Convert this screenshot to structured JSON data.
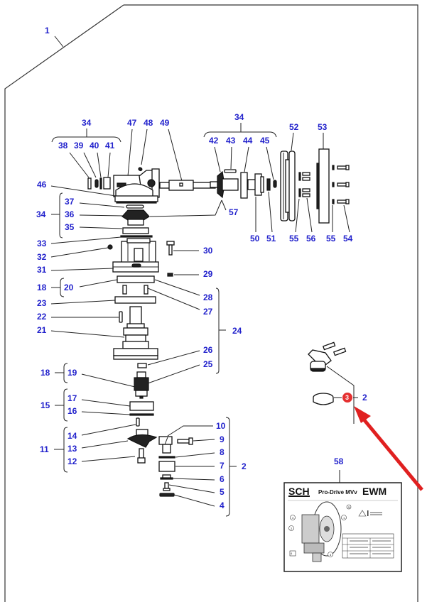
{
  "diagram": {
    "type": "exploded-parts-diagram",
    "labels": {
      "p1": "1",
      "p2": "2",
      "p3": "3",
      "p4": "4",
      "p5": "5",
      "p6": "6",
      "p7": "7",
      "p8": "8",
      "p9": "9",
      "p10": "10",
      "p11": "11",
      "p12": "12",
      "p13": "13",
      "p14": "14",
      "p15": "15",
      "p16": "16",
      "p17": "17",
      "p18": "18",
      "p19": "19",
      "p20": "20",
      "p21": "21",
      "p22": "22",
      "p23": "23",
      "p24": "24",
      "p25": "25",
      "p26": "26",
      "p27": "27",
      "p28": "28",
      "p29": "29",
      "p30": "30",
      "p31": "31",
      "p32": "32",
      "p33": "33",
      "p34": "34",
      "p35": "35",
      "p36": "36",
      "p37": "37",
      "p38": "38",
      "p39": "39",
      "p40": "40",
      "p41": "41",
      "p42": "42",
      "p43": "43",
      "p44": "44",
      "p45": "45",
      "p46": "46",
      "p47": "47",
      "p48": "48",
      "p49": "49",
      "p50": "50",
      "p51": "51",
      "p52": "52",
      "p53": "53",
      "p54": "54",
      "p55": "55",
      "p56": "56",
      "p57": "57",
      "p58": "58"
    },
    "highlight": {
      "part": "3",
      "color": "#e53030",
      "arrow_color": "#e02020"
    },
    "decal": {
      "brand_left": "SCH",
      "title": "Pro-Drive MVv",
      "brand_right": "EWM",
      "callouts": [
        "1",
        "2",
        "3",
        "3",
        "4",
        "5"
      ]
    },
    "colors": {
      "label": "#2222cc",
      "line": "#222222"
    }
  }
}
